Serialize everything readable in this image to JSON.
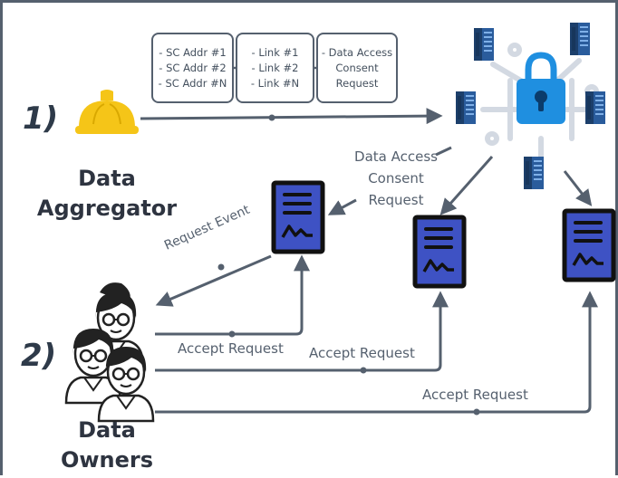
{
  "steps": {
    "step1": "1)",
    "step2": "2)"
  },
  "aggregator": {
    "line1": "Data",
    "line2": "Aggregator"
  },
  "owners": {
    "line1": "Data",
    "line2": "Owners"
  },
  "boxes": {
    "sc_addr": [
      "- SC Addr #1",
      "- SC Addr #2",
      "- SC Addr #N"
    ],
    "links": [
      "- Link #1",
      "- Link #2",
      "- Link #N"
    ],
    "request": [
      "- Data Access",
      "Consent",
      "Request"
    ]
  },
  "consent_label": [
    "Data Access",
    "Consent",
    "Request"
  ],
  "request_event_label": "Request Event",
  "accept_labels": [
    "Accept Request",
    "Accept Request",
    "Accept Request"
  ],
  "colors": {
    "line": "#55606e",
    "doc_fill": "#3e52c4",
    "doc_border": "#111111",
    "lock": "#1f8fe0",
    "server_top": "#1c3f6b",
    "server_side": "#2a5c9c",
    "helmet": "#f5c518"
  },
  "icons": [
    "helmet-icon",
    "lock-icon",
    "server-icon",
    "document-icon",
    "person-icon"
  ]
}
